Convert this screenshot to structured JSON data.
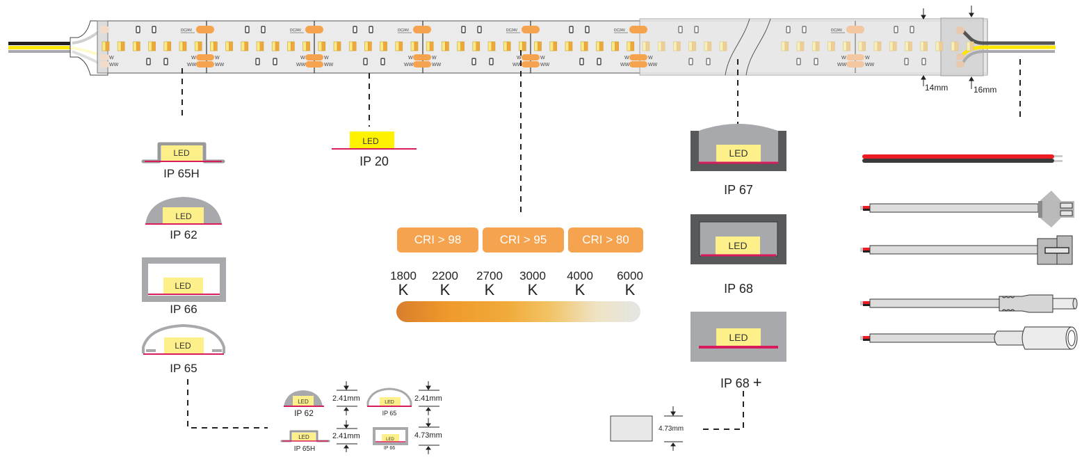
{
  "strip": {
    "pcb_voltage_label": "DC24V",
    "channel_labels": [
      "W",
      "WW"
    ],
    "width_dimensions": [
      {
        "label": "14mm"
      },
      {
        "label": "16mm"
      }
    ]
  },
  "profiles_left": [
    {
      "id": "ip65h",
      "label": "IP 65H",
      "led": "LED"
    },
    {
      "id": "ip62",
      "label": "IP 62",
      "led": "LED"
    },
    {
      "id": "ip66",
      "label": "IP 66",
      "led": "LED"
    },
    {
      "id": "ip65",
      "label": "IP 65",
      "led": "LED"
    }
  ],
  "profile_ip20": {
    "label": "IP 20",
    "led": "LED"
  },
  "profiles_right": [
    {
      "id": "ip67",
      "label": "IP 67",
      "led": "LED"
    },
    {
      "id": "ip68",
      "label": "IP 68",
      "led": "LED"
    },
    {
      "id": "ip68plus",
      "label": "IP 68",
      "suffix": "+",
      "led": "LED"
    }
  ],
  "cri_options": [
    "CRI > 98",
    "CRI > 95",
    "CRI > 80"
  ],
  "color_temperatures": [
    {
      "value": "1800",
      "unit": "K"
    },
    {
      "value": "2200",
      "unit": "K"
    },
    {
      "value": "2700",
      "unit": "K"
    },
    {
      "value": "3000",
      "unit": "K"
    },
    {
      "value": "4000",
      "unit": "K"
    },
    {
      "value": "6000",
      "unit": "K"
    }
  ],
  "thickness_details": [
    {
      "label": "IP 62",
      "led": "LED",
      "dimension": "2.41mm"
    },
    {
      "label": "IP 65",
      "led": "LED",
      "dimension": "2.41mm"
    },
    {
      "label": "IP 65H",
      "led": "LED",
      "dimension": "2.41mm"
    },
    {
      "label": "IP 66",
      "led": "LED",
      "dimension": "4.73mm"
    }
  ],
  "ip68plus_detail": {
    "dimension": "4.73mm"
  },
  "cable_options": [
    {
      "id": "bare-wire"
    },
    {
      "id": "jst-male-connector"
    },
    {
      "id": "jst-female-connector"
    },
    {
      "id": "dc-male-jack"
    },
    {
      "id": "dc-female-jack"
    }
  ],
  "colors": {
    "orange": "#f5a34e",
    "pcb_red": "#d81b5c",
    "led_yellow": "#fdf08b",
    "ip20_yellow": "#fff200",
    "silicone_gray": "#a7a9ac",
    "dark_gray": "#58595b"
  }
}
